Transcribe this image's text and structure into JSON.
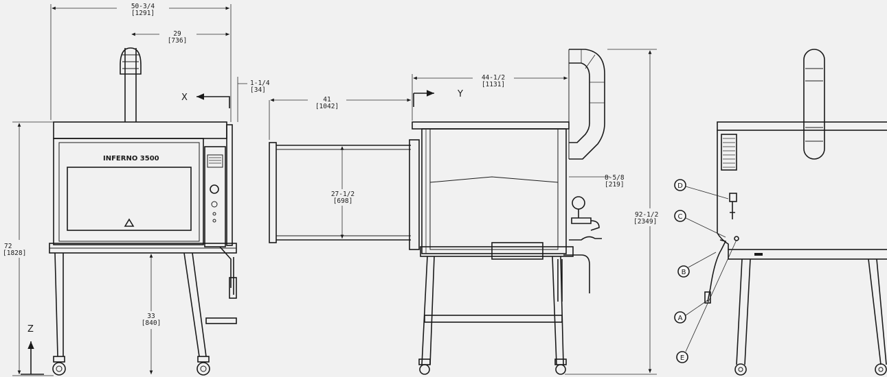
{
  "dimensions": {
    "overall_width": {
      "imperial": "50-3/4",
      "metric": "[1291]"
    },
    "stack_offset": {
      "imperial": "29",
      "metric": "[736]"
    },
    "side_offset": {
      "imperial": "1-1/4",
      "metric": "[34]"
    },
    "conveyor_length": {
      "imperial": "41",
      "metric": "[1042]"
    },
    "oven_depth": {
      "imperial": "44-1/2",
      "metric": "[1131]"
    },
    "opening_height": {
      "imperial": "27-1/2",
      "metric": "[698]"
    },
    "rear_offset": {
      "imperial": "8-5/8",
      "metric": "[219]"
    },
    "total_height": {
      "imperial": "92-1/2",
      "metric": "[2349]"
    },
    "oven_height": {
      "imperial": "72",
      "metric": "[1828]"
    },
    "leg_height": {
      "imperial": "33",
      "metric": "[840]"
    }
  },
  "axes": {
    "x": "X",
    "y": "Y",
    "z": "Z"
  },
  "brand_label": "INFERNO 3500",
  "callouts": [
    "A",
    "B",
    "C",
    "D",
    "E"
  ]
}
